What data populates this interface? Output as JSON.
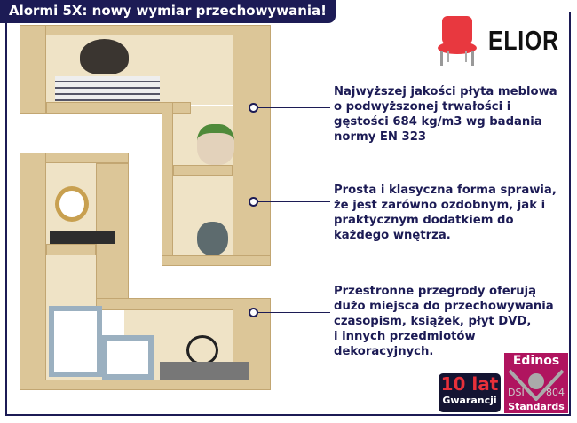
{
  "header": {
    "title": "Alormi 5X: nowy wymiar przechowywania!"
  },
  "brand": {
    "name": "ELIOR",
    "icon": "chair-icon",
    "color": "#e8383f"
  },
  "callouts": [
    {
      "text": "Najwyższej jakości płyta meblowa\no podwyższonej trwałości i\ngęstości 684 kg/m3 wg badania\nnormy EN 323"
    },
    {
      "text": "Prosta i klasyczna forma sprawia,\nże jest zarówno ozdobnym, jak i\npraktycznym dodatkiem do\nkażdego wnętrza."
    },
    {
      "text": "Przestronne przegrody oferują\ndużo miejsca do przechowywania\nczasopism, książek, płyt DVD,\ni innych przedmiotów\ndekoracyjnych."
    }
  ],
  "badges": {
    "warranty": {
      "years": "10 lat",
      "label": "Gwarancji"
    },
    "edinos": {
      "title": "Edinos",
      "left": "DSI",
      "right": "804",
      "bottom": "Standards"
    }
  },
  "colors": {
    "navy": "#1c1b55",
    "wood": "#dcc698",
    "magenta": "#b0145f"
  }
}
